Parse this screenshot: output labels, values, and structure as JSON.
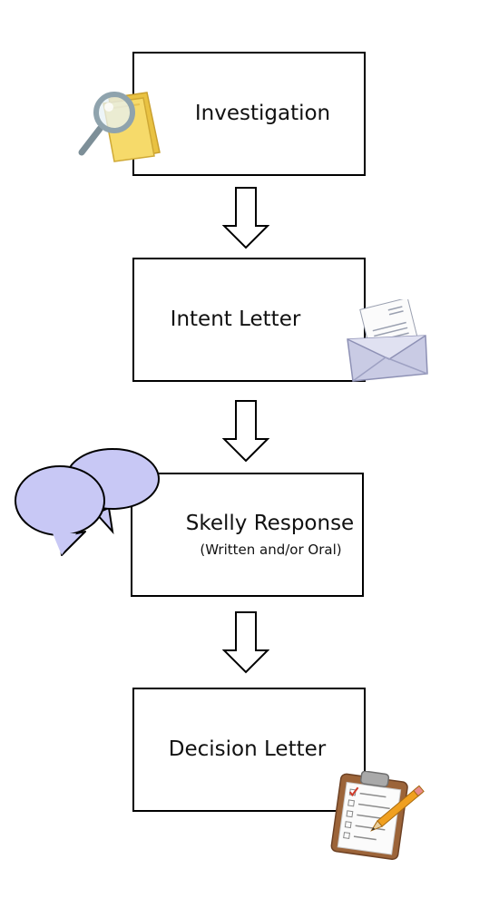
{
  "steps": [
    {
      "title": "Investigation",
      "subtitle": ""
    },
    {
      "title": "Intent Letter",
      "subtitle": ""
    },
    {
      "title": "Skelly Response",
      "subtitle": "(Written and/or Oral)"
    },
    {
      "title": "Decision Letter",
      "subtitle": ""
    }
  ],
  "icons": [
    "magnifier-folder-icon",
    "envelope-letter-icon",
    "speech-bubbles-icon",
    "clipboard-checklist-icon"
  ],
  "colors": {
    "border": "#000000",
    "bubble_fill": "#c8c8f5",
    "folder": "#f4d25a",
    "magnifier_rim": "#8fa3ad",
    "clipboard": "#a0673f",
    "pencil": "#f0a020"
  }
}
